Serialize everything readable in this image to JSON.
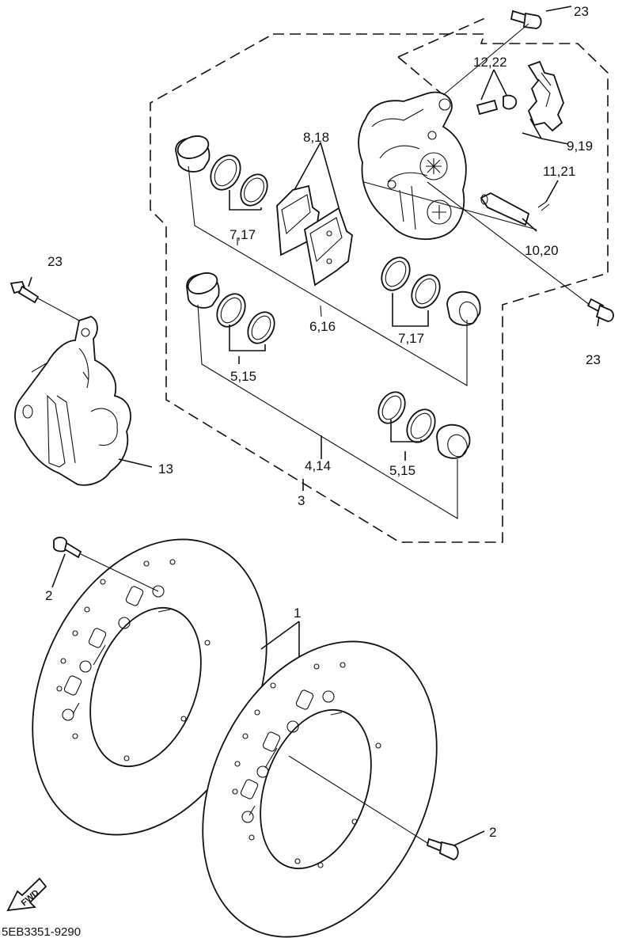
{
  "callouts": {
    "c23_top": "23",
    "c12_22": "12,22",
    "c8_18": "8,18",
    "c9_19": "9,19",
    "c11_21": "11,21",
    "c7_17_a": "7,17",
    "c10_20": "10,20",
    "c23_left": "23",
    "c6_16": "6,16",
    "c7_17_b": "7,17",
    "c23_right": "23",
    "c5_15_a": "5,15",
    "c13": "13",
    "c4_14": "4,14",
    "c5_15_b": "5,15",
    "c3": "3",
    "c2_left": "2",
    "c1": "1",
    "c2_right": "2"
  },
  "fwd_label": "FWD",
  "drawing_code": "5EB3351-9290",
  "icons": {
    "arrow": "fwd-arrow-icon"
  }
}
